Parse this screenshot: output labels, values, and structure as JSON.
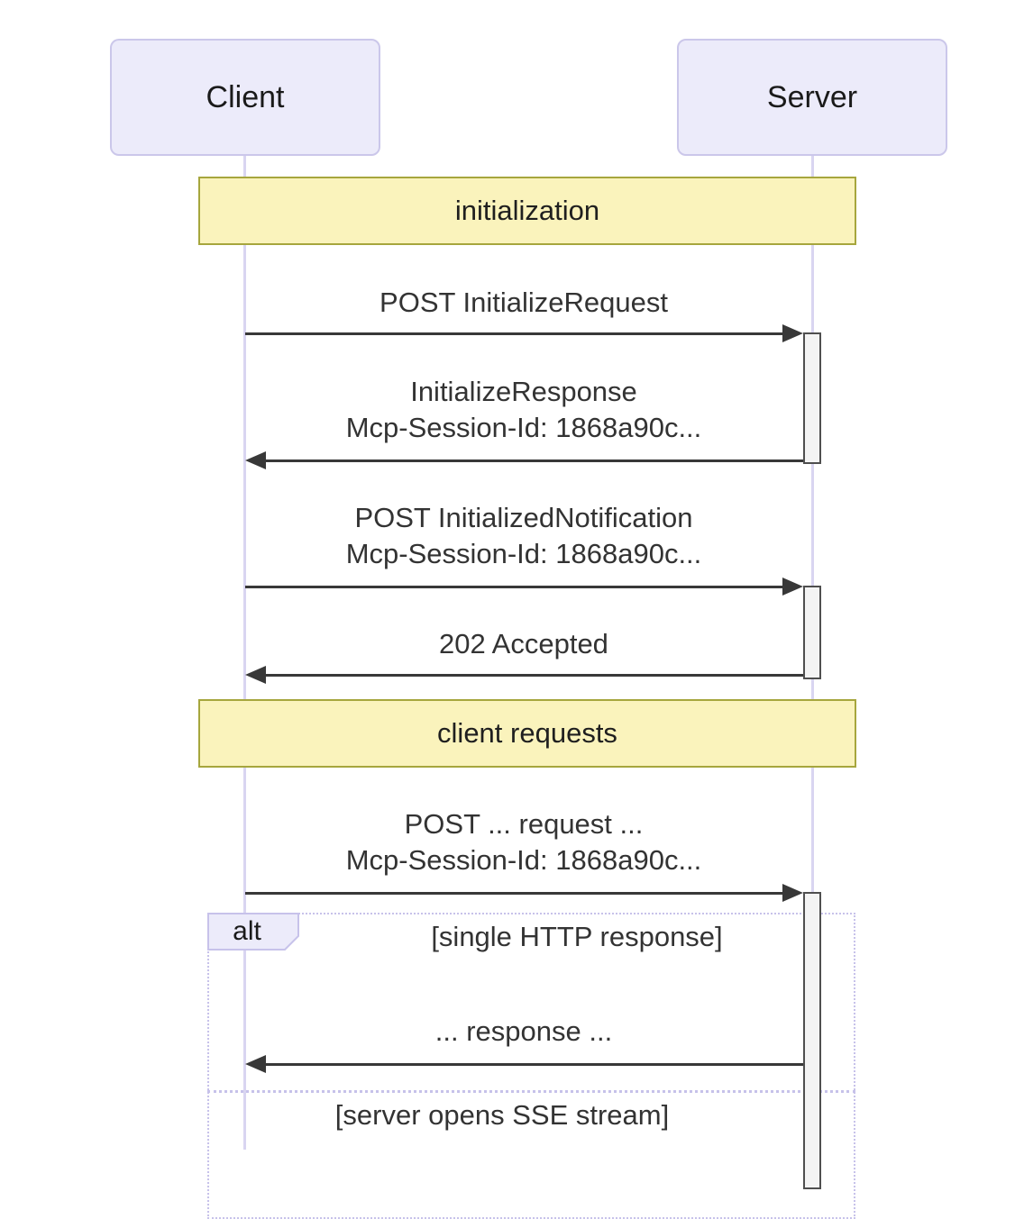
{
  "diagram": {
    "type": "sequence",
    "actors": [
      {
        "label": "Client"
      },
      {
        "label": "Server"
      }
    ],
    "sections": [
      {
        "label": "initialization"
      },
      {
        "label": "client requests"
      }
    ],
    "messages": [
      {
        "from": "Client",
        "to": "Server",
        "direction": "right",
        "lines": [
          "POST InitializeRequest"
        ]
      },
      {
        "from": "Server",
        "to": "Client",
        "direction": "left",
        "lines": [
          "InitializeResponse",
          "Mcp-Session-Id: 1868a90c..."
        ]
      },
      {
        "from": "Client",
        "to": "Server",
        "direction": "right",
        "lines": [
          "POST InitializedNotification",
          "Mcp-Session-Id: 1868a90c..."
        ]
      },
      {
        "from": "Server",
        "to": "Client",
        "direction": "left",
        "lines": [
          "202 Accepted"
        ]
      },
      {
        "from": "Client",
        "to": "Server",
        "direction": "right",
        "lines": [
          "POST ... request ...",
          "Mcp-Session-Id: 1868a90c..."
        ]
      },
      {
        "from": "Server",
        "to": "Client",
        "direction": "left",
        "lines": [
          "... response ..."
        ]
      }
    ],
    "alt_frame": {
      "operator": "alt",
      "branches": [
        {
          "label": "[single HTTP response]"
        },
        {
          "label": "[server opens SSE stream]"
        }
      ]
    },
    "session_id": "1868a90c...",
    "colors": {
      "actor_fill": "#ECEBFA",
      "actor_border": "#CBC7EA",
      "lifeline": "#D9D5F1",
      "section_fill": "#FAF3BC",
      "section_border": "#A6A63D",
      "arrow": "#383838",
      "activation_fill": "#F4F4F4",
      "activation_border": "#4F4F4F",
      "frame_border": "#C7C2EA",
      "text": "#333333",
      "bg": "#FFFFFF"
    }
  }
}
